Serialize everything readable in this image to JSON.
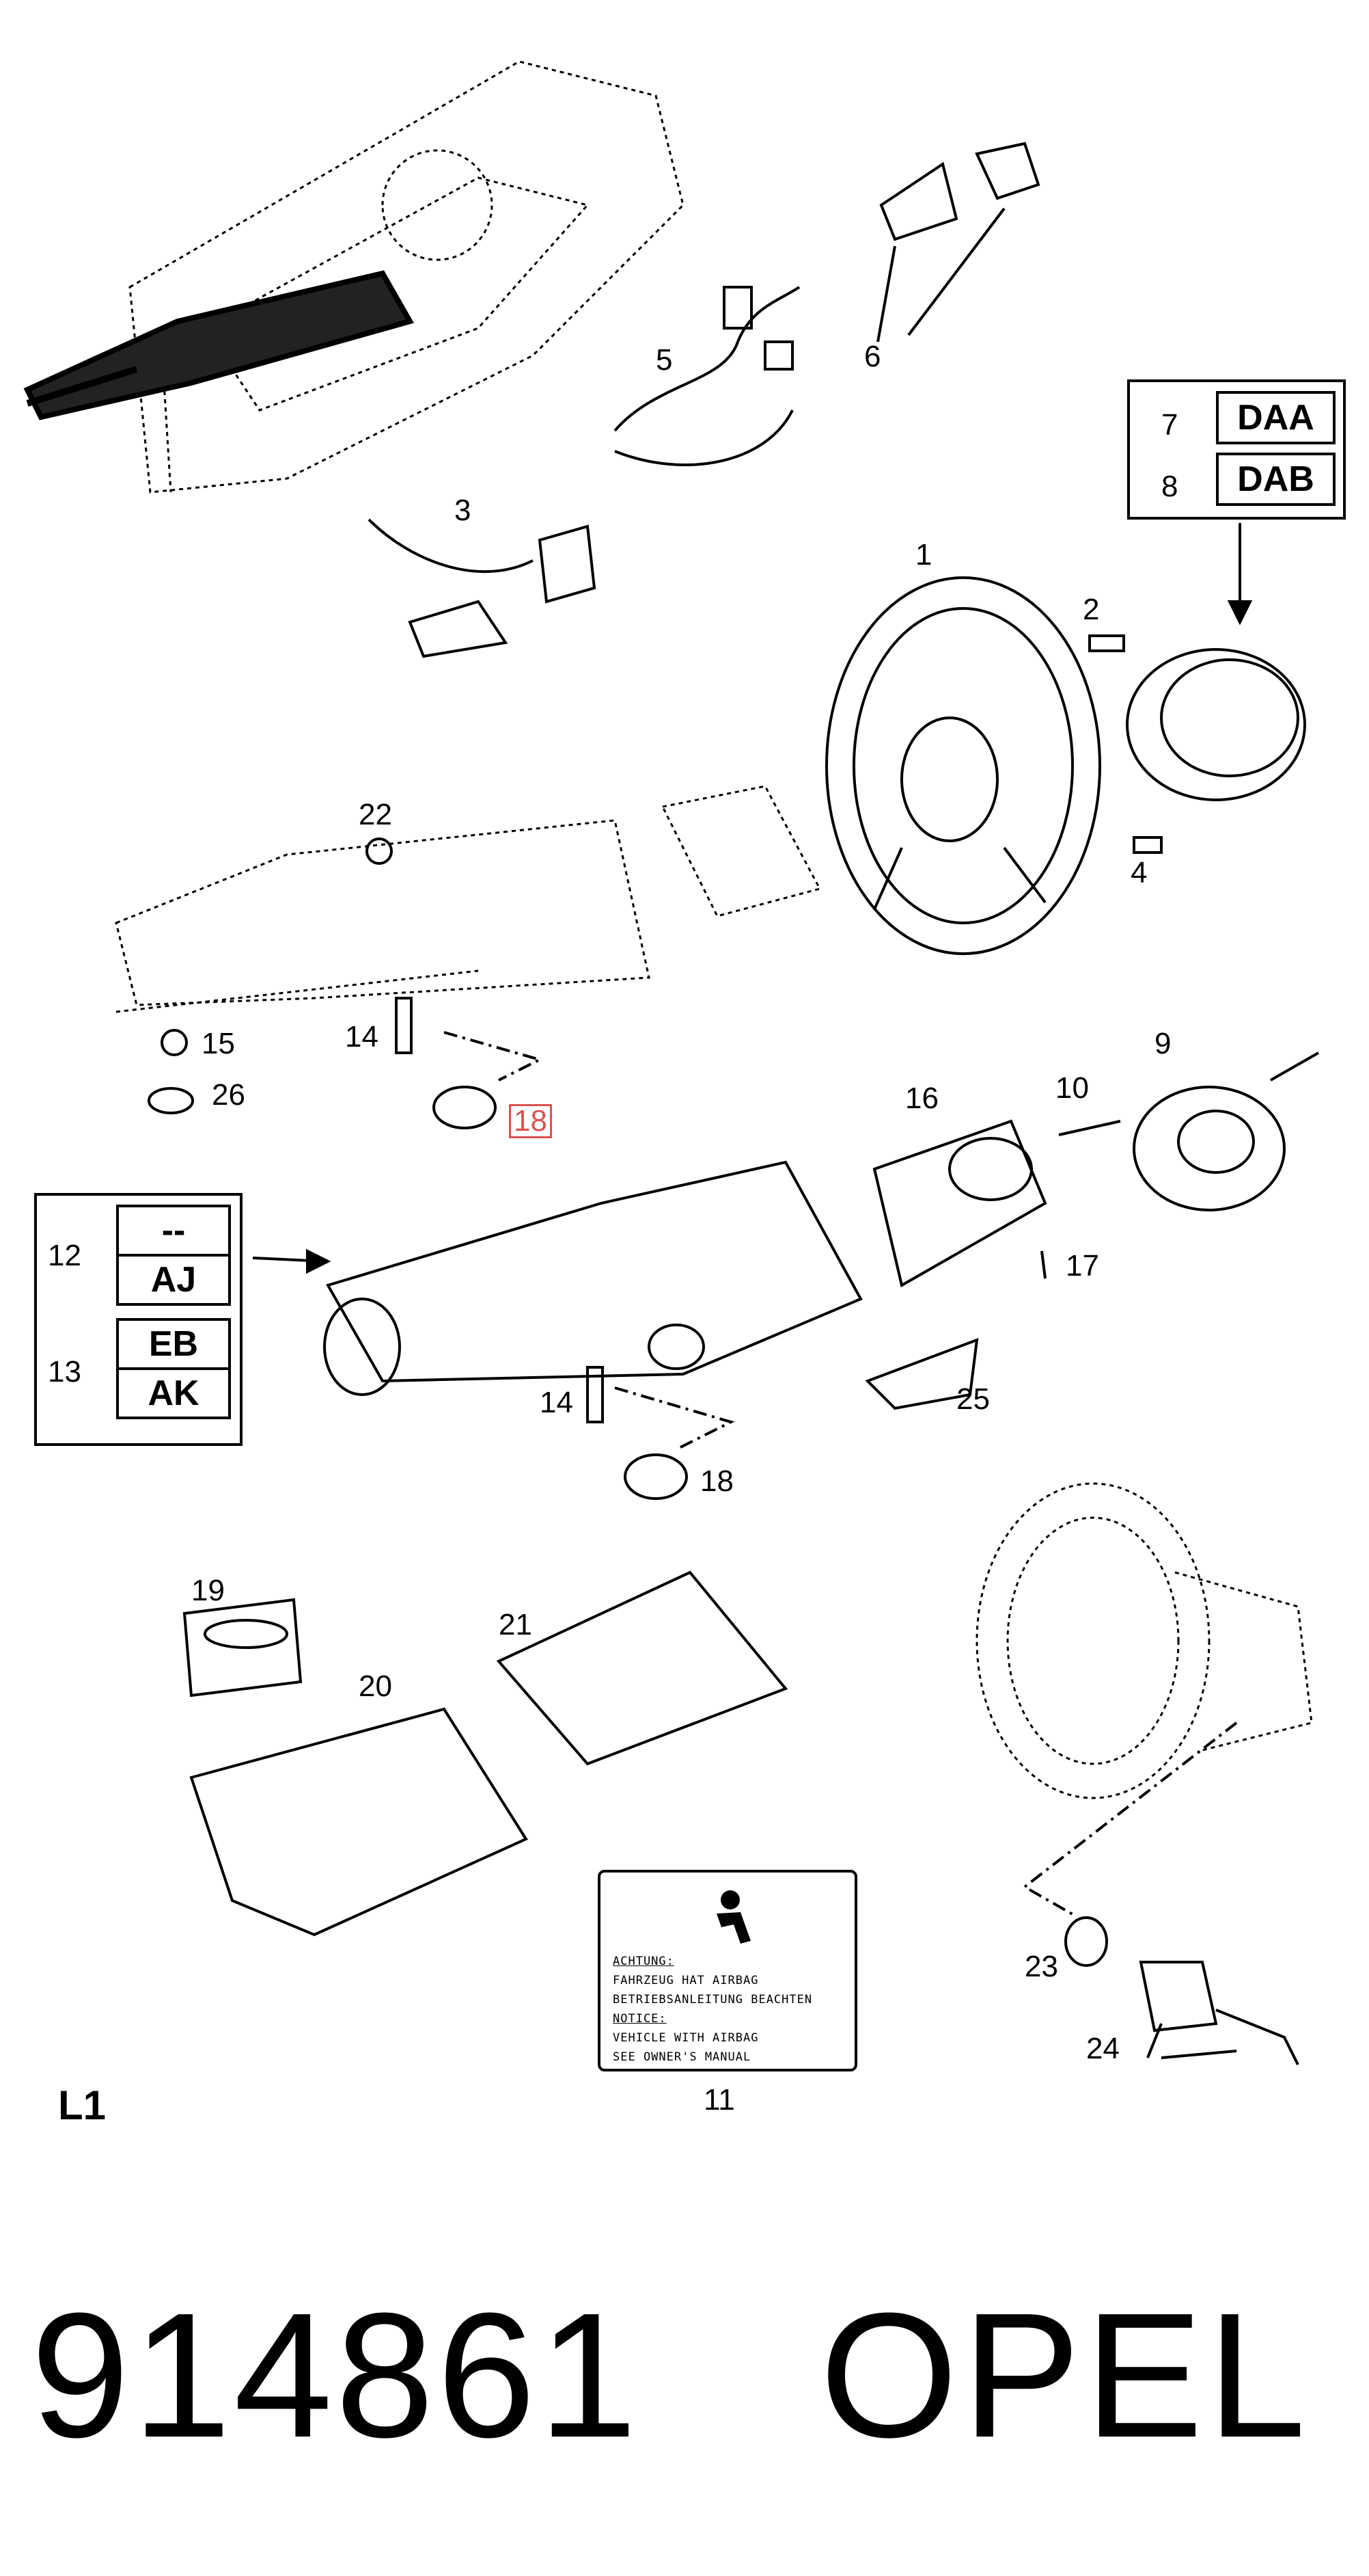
{
  "callouts": {
    "c1": "1",
    "c2": "2",
    "c3": "3",
    "c4": "4",
    "c5": "5",
    "c6": "6",
    "c7": "7",
    "c8": "8",
    "c9": "9",
    "c10": "10",
    "c11": "11",
    "c12": "12",
    "c13": "13",
    "c14a": "14",
    "c14b": "14",
    "c15": "15",
    "c16": "16",
    "c17": "17",
    "c18a": "18",
    "c18b": "18",
    "c19": "19",
    "c20": "20",
    "c21": "21",
    "c22": "22",
    "c23": "23",
    "c24": "24",
    "c25": "25",
    "c26": "26"
  },
  "codes": {
    "daa": "DAA",
    "dab": "DAB",
    "dash": "--",
    "aj": "AJ",
    "eb": "EB",
    "ak": "AK"
  },
  "sign": {
    "line1": "ACHTUNG:",
    "line2": "FAHRZEUG HAT AIRBAG",
    "line3": "BETRIEBSANLEITUNG BEACHTEN",
    "line4": "NOTICE:",
    "line5": "VEHICLE WITH AIRBAG",
    "line6": "SEE OWNER'S MANUAL"
  },
  "sheet_label": "L1",
  "part_number": "914861",
  "brand": "OPEL",
  "colors": {
    "ink": "#000000",
    "highlight": "#d9534f"
  }
}
